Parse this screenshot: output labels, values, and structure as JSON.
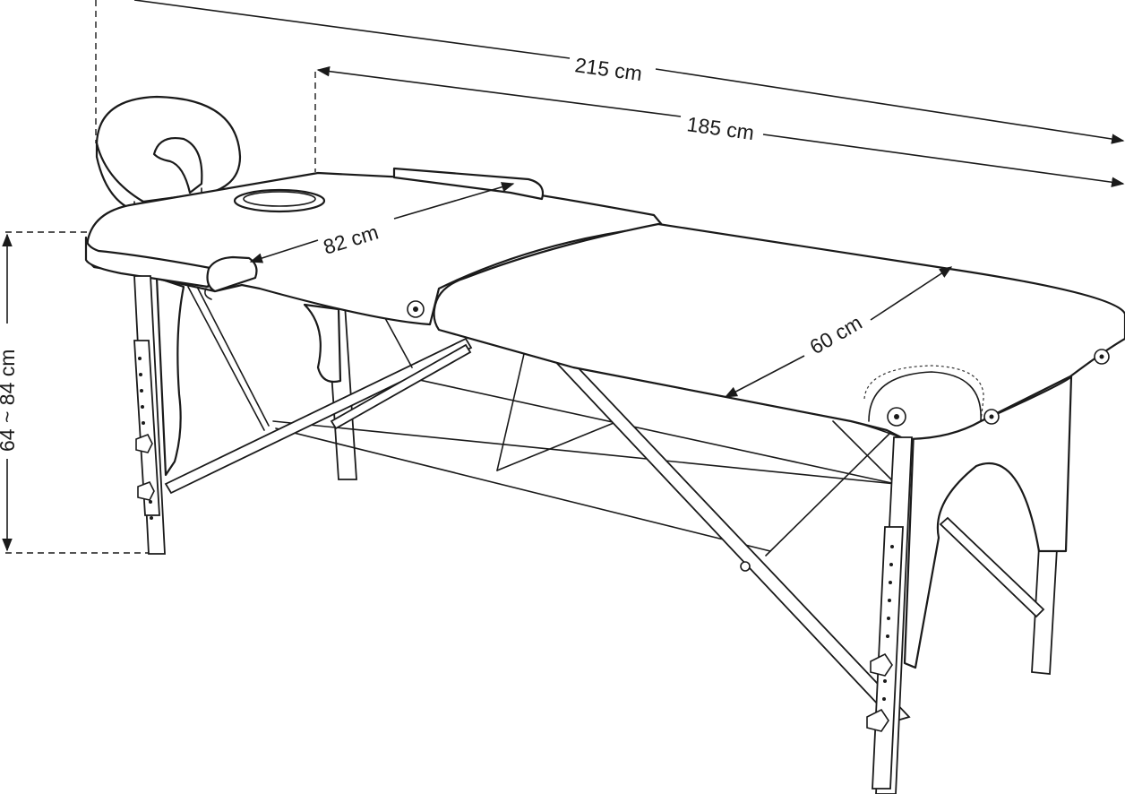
{
  "dimensions": {
    "total_length": "215 cm",
    "table_length": "185 cm",
    "head_width": "82 cm",
    "table_width": "60 cm",
    "height_range": "64 ~ 84 cm"
  },
  "colors": {
    "line": "#1a1a1a",
    "background": "#ffffff"
  }
}
